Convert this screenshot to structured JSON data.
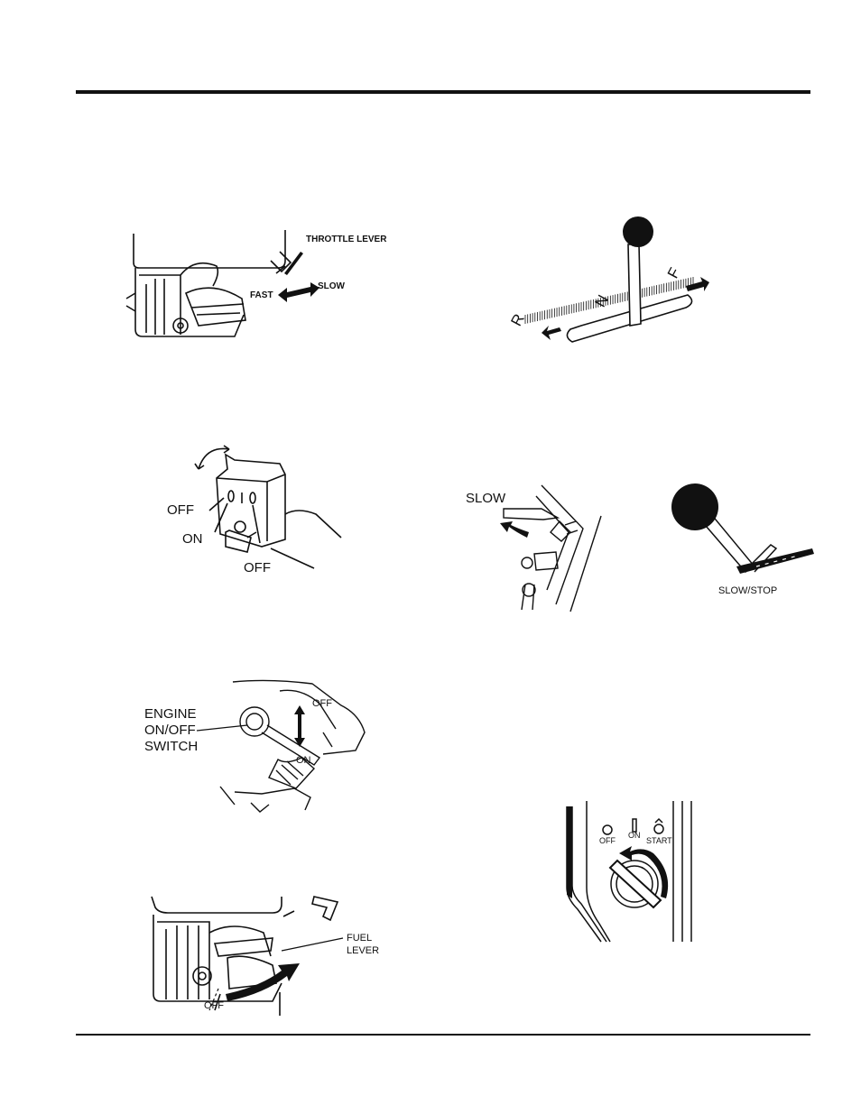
{
  "figures": {
    "throttle": {
      "throttle_lever": "THROTTLE LEVER",
      "fast": "FAST",
      "slow": "SLOW"
    },
    "shifter": {
      "reverse": "R",
      "neutral": "N",
      "forward": "F"
    },
    "switch": {
      "off_top": "OFF",
      "on": "ON",
      "off_bottom": "OFF"
    },
    "speed": {
      "slow": "SLOW",
      "slow_stop": "SLOW/STOP"
    },
    "engine_switch": {
      "engine": "ENGINE",
      "on_off": "ON/OFF",
      "switch": "SWITCH",
      "off": "OFF",
      "on": "ON"
    },
    "key_switch": {
      "off": "OFF",
      "on": "ON",
      "start": "START"
    },
    "fuel": {
      "fuel": "FUEL",
      "lever": "LEVER",
      "off": "OFF"
    }
  }
}
